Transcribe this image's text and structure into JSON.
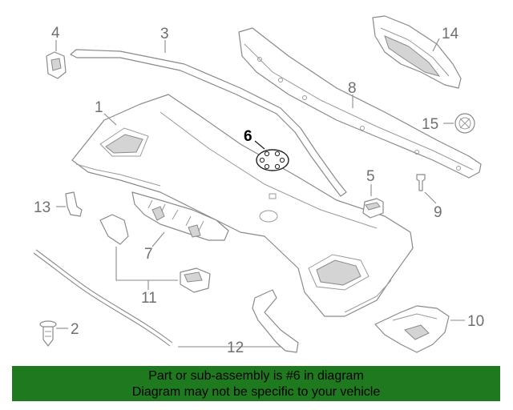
{
  "callouts": {
    "c1": "1",
    "c2": "2",
    "c3": "3",
    "c4": "4",
    "c5": "5",
    "c6": "6",
    "c7": "7",
    "c8": "8",
    "c9": "9",
    "c10": "10",
    "c11": "11",
    "c12": "12",
    "c13": "13",
    "c14": "14",
    "c15": "15"
  },
  "highlighted_part": "6",
  "colors": {
    "banner": "#1f7a1f",
    "line_art": "#8a8a8a",
    "callout_text": "#6f6f6f"
  },
  "banner": {
    "line1": "Part or sub-assembly is #6 in diagram",
    "line2": "Diagram may not be specific to your vehicle"
  }
}
